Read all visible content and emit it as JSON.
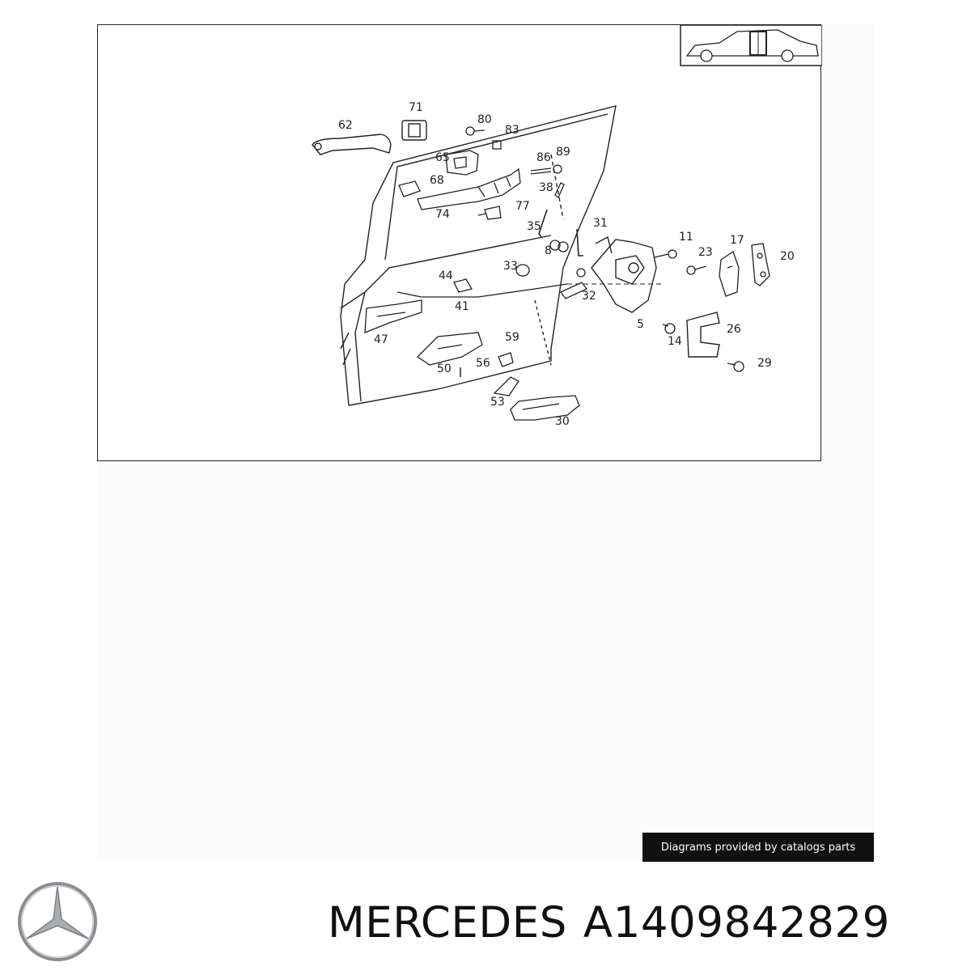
{
  "diagram": {
    "callouts": [
      "62",
      "71",
      "80",
      "83",
      "65",
      "86",
      "89",
      "68",
      "38",
      "74",
      "77",
      "35",
      "31",
      "11",
      "17",
      "23",
      "20",
      "8",
      "33",
      "44",
      "41",
      "32",
      "5",
      "14",
      "26",
      "59",
      "47",
      "56",
      "50",
      "29",
      "53",
      "30"
    ]
  },
  "credit": {
    "text": "Diagrams provided by catalogs parts"
  },
  "brand": {
    "name": "MERCEDES",
    "part_number": "A1409842829",
    "logo_icon": "mercedes-star-icon"
  },
  "colors": {
    "ink": "#222222",
    "badge_bg": "#111111",
    "badge_text": "#ffffff",
    "logo_gray": "#8a8d91"
  }
}
